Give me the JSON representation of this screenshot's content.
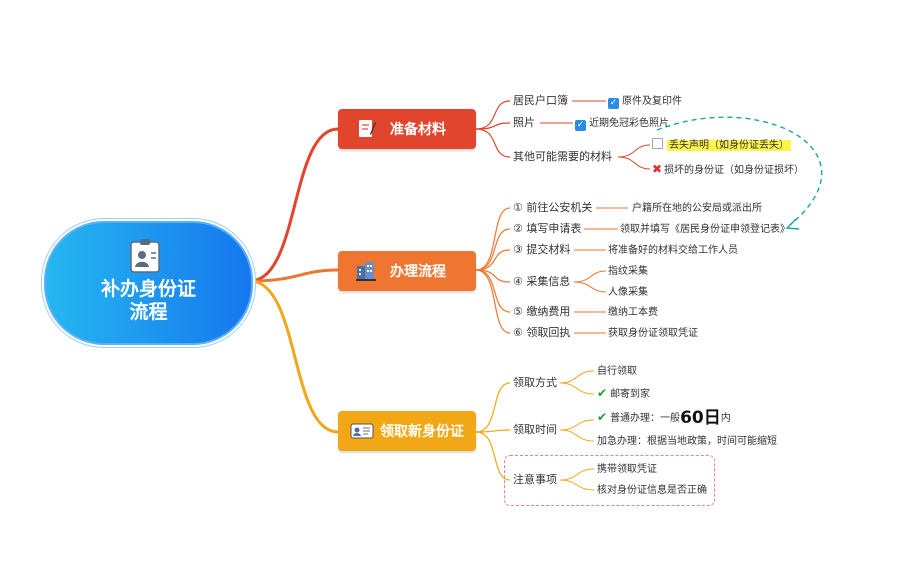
{
  "root": {
    "title_line1": "补办身份证",
    "title_line2": "流程",
    "icon": "id-card-icon"
  },
  "branches": {
    "prepare": {
      "label": "准备材料",
      "color": "#e2452d",
      "icon": "document-pen-icon"
    },
    "process": {
      "label": "办理流程",
      "color": "#ee7630",
      "icon": "building-icon"
    },
    "collect": {
      "label": "领取新身份证",
      "color": "#f1a716",
      "icon": "id-card-small-icon"
    }
  },
  "prepare": {
    "hukou": {
      "label": "居民户口簿",
      "leaf": "原件及复印件"
    },
    "photo": {
      "label": "照片",
      "leaf": "近期免冠彩色照片"
    },
    "other": {
      "label": "其他可能需要的材料",
      "leaf1": "丢失声明（如身份证丢失）",
      "leaf2": "损坏的身份证（如身份证损坏）"
    }
  },
  "process": {
    "step1": {
      "label": "① 前往公安机关",
      "leaf": "户籍所在地的公安局或派出所"
    },
    "step2": {
      "label": "② 填写申请表",
      "leaf": "领取并填写《居民身份证申领登记表》"
    },
    "step3": {
      "label": "③ 提交材料",
      "leaf": "将准备好的材料交给工作人员"
    },
    "step4": {
      "label": "④ 采集信息",
      "leaf1": "指纹采集",
      "leaf2": "人像采集"
    },
    "step5": {
      "label": "⑤ 缴纳费用",
      "leaf": "缴纳工本费"
    },
    "step6": {
      "label": "⑥ 领取回执",
      "leaf": "获取身份证领取凭证"
    }
  },
  "collect": {
    "method": {
      "label": "领取方式",
      "leaf1": "自行领取",
      "leaf2": "邮寄到家"
    },
    "time": {
      "label": "领取时间",
      "normal_prefix": "普通办理：一般",
      "normal_big": "60日",
      "normal_suffix": "内",
      "urgent": "加急办理：根据当地政策，时间可能缩短"
    },
    "notes": {
      "label": "注意事项",
      "leaf1": "携带领取凭证",
      "leaf2": "核对身份证信息是否正确"
    }
  }
}
